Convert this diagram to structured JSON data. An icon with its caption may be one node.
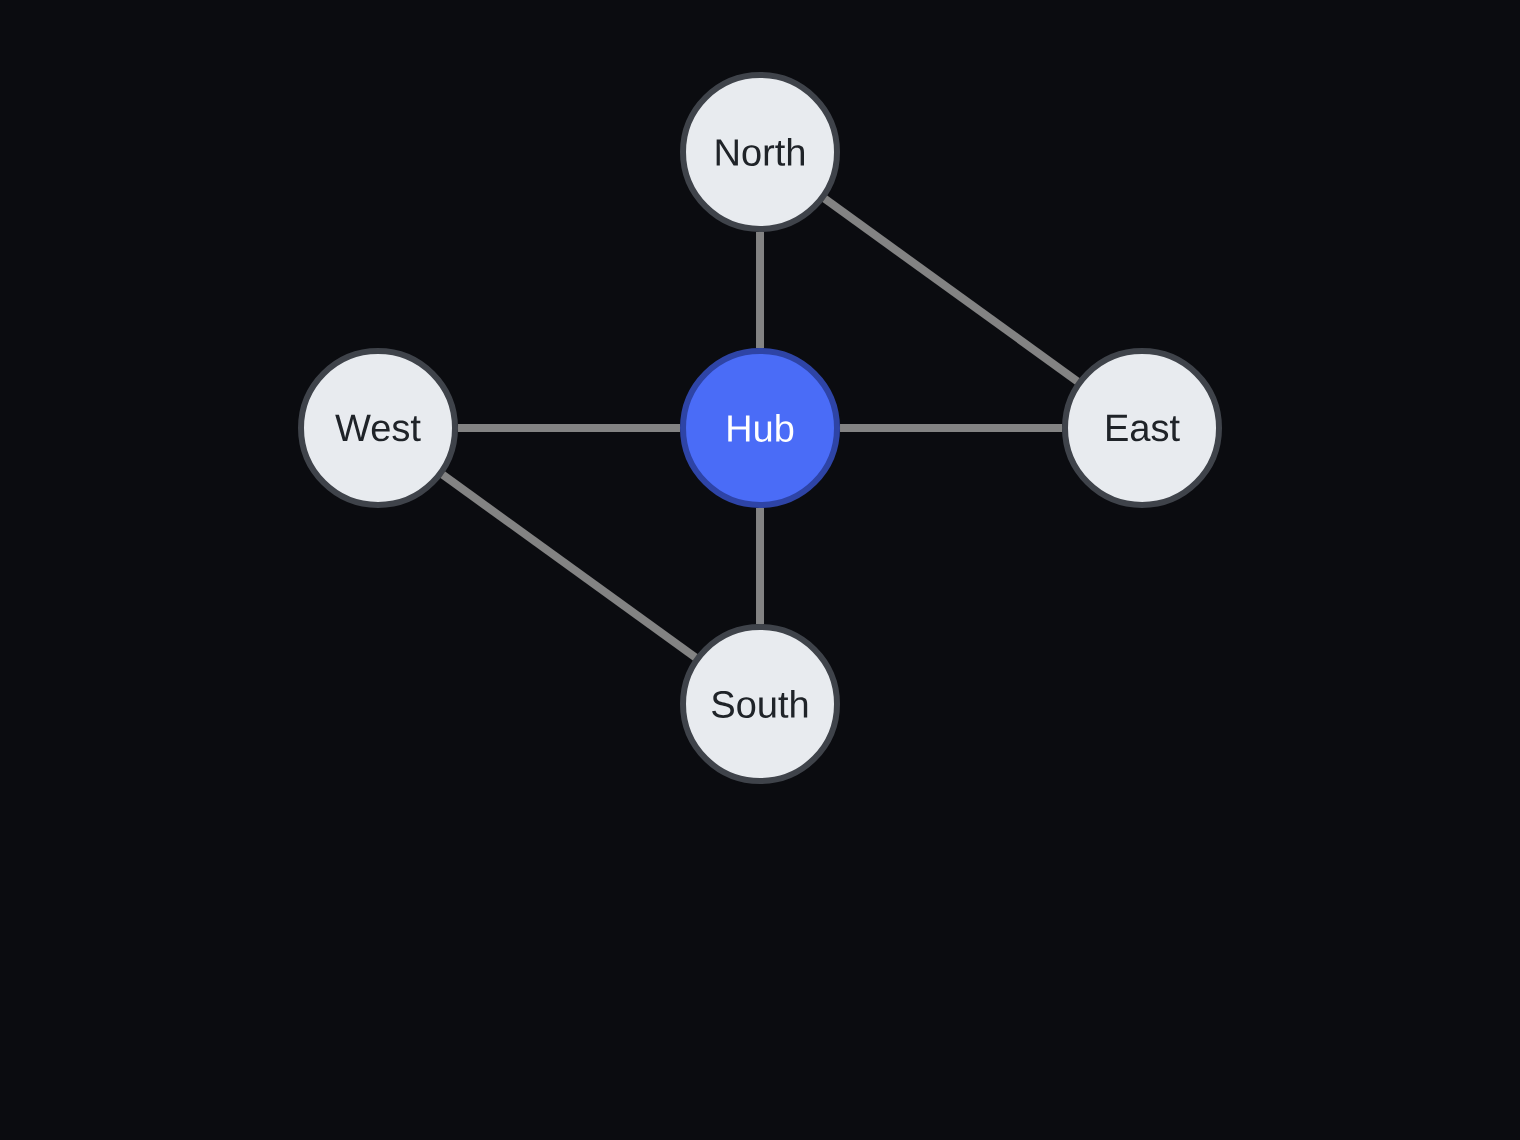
{
  "diagram": {
    "nodes": [
      {
        "text": [
          "North"
        ]
      },
      {
        "text": [
          "West"
        ]
      },
      {
        "text": [
          "Hub"
        ]
      },
      {
        "text": [
          "East"
        ]
      },
      {
        "text": [
          "South"
        ]
      }
    ],
    "edges": [
      {
        "from": 2,
        "to": 0,
        "arrow": "none"
      },
      {
        "from": 1,
        "to": 2,
        "arrow": "none"
      },
      {
        "from": 2,
        "to": 3,
        "arrow": "none"
      },
      {
        "from": 2,
        "to": 4,
        "arrow": "none"
      },
      {
        "from": 0,
        "to": 3,
        "arrow": "none"
      },
      {
        "from": 1,
        "to": 4,
        "arrow": "none"
      }
    ]
  }
}
